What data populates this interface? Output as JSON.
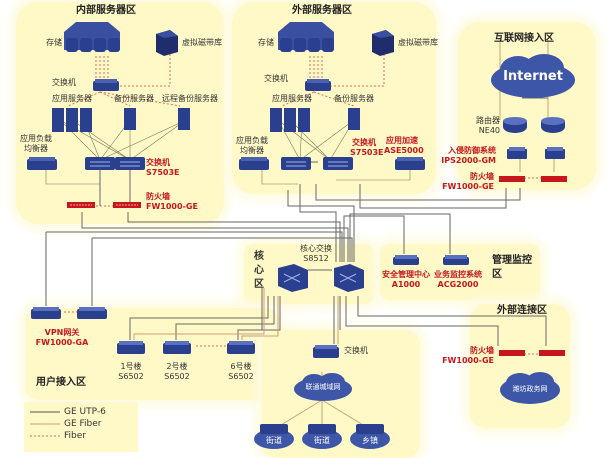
{
  "diagram": {
    "zones": {
      "internal_server": "内部服务器区",
      "external_server": "外部服务器区",
      "internet_access": "互联网接入区",
      "core": "核心区",
      "management": "管理监控区",
      "user_access": "用户接入区",
      "external_connect": "外部连接区"
    },
    "internal": {
      "storage": "存储",
      "tape": "虚拟磁带库",
      "switch": "交换机",
      "app_servers": "应用服务器",
      "backup_servers": "备份服务器",
      "remote_backup": "远程备份服务器",
      "load_balancer_1": "应用负载",
      "load_balancer_2": "均衡器",
      "core_switch_name": "交换机",
      "core_switch_model": "S7503E",
      "firewall_name": "防火墙",
      "firewall_model": "FW1000-GE"
    },
    "external": {
      "storage": "存储",
      "tape": "虚拟磁带库",
      "switch": "交换机",
      "app_servers": "应用服务器",
      "backup_servers": "备份服务器",
      "load_balancer_1": "应用负载",
      "load_balancer_2": "均衡器",
      "core_switch_name": "交换机",
      "core_switch_model": "S7503E",
      "accel_name": "应用加速",
      "accel_model": "ASE5000"
    },
    "internet": {
      "cloud": "Internet",
      "router_name": "路由器",
      "router_model": "NE40",
      "ips_name": "入侵防御系统",
      "ips_model": "IPS2000-GM",
      "firewall_name": "防火墙",
      "firewall_model": "FW1000-GE"
    },
    "core": {
      "switch_name": "核心交换",
      "switch_model": "S8512"
    },
    "management": {
      "sec_name": "安全管理中心",
      "sec_model": "A1000",
      "mon_name": "业务监控系统",
      "mon_model": "ACG2000"
    },
    "user": {
      "vpn_name": "VPN网关",
      "vpn_model": "FW1000-GA",
      "bldg1_name": "1号楼",
      "bldg2_name": "2号楼",
      "bldg6_name": "6号楼",
      "bldg_model": "S6502",
      "switch": "交换机",
      "metro": "联通城域网",
      "street1": "街道",
      "street2": "街道",
      "town": "乡镇"
    },
    "external_connect": {
      "firewall_name": "防火墙",
      "firewall_model": "FW1000-GE",
      "gov_net": "潍坊政务网"
    },
    "legend": [
      {
        "label": "GE UTP-6",
        "color": "#555555",
        "style": "solid"
      },
      {
        "label": "GE Fiber",
        "color": "#c8a070",
        "style": "solid"
      },
      {
        "label": "Fiber",
        "color": "#e07050",
        "style": "dashed"
      }
    ],
    "colors": {
      "zone_fill": "#fff9c8",
      "device_blue": "#2b3f8f",
      "device_red": "#c8161d",
      "label_red": "#c8161d",
      "cloud_blue": "#3d56a8"
    }
  }
}
